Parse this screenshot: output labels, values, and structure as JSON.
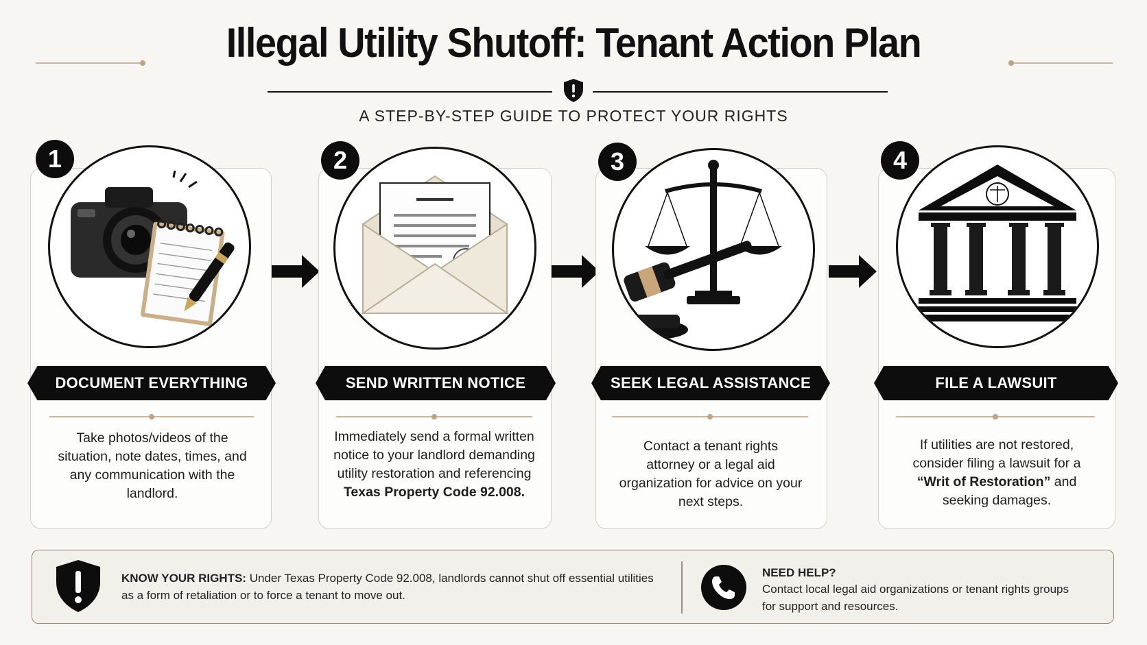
{
  "header": {
    "title": "Illegal Utility Shutoff: Tenant Action Plan",
    "subtitle": "A STEP-BY-STEP GUIDE TO PROTECT YOUR RIGHTS"
  },
  "steps": [
    {
      "number": "1",
      "icon": "camera-notepad-icon",
      "heading": "DOCUMENT EVERYTHING",
      "description": "Take photos/videos of the situation, note dates, times, and any communication with the landlord."
    },
    {
      "number": "2",
      "icon": "envelope-letter-icon",
      "heading": "SEND WRITTEN NOTICE",
      "description": "Immediately send a formal written notice to your landlord demanding utility restoration and referencing",
      "description_bold": "Texas Property Code 92.008."
    },
    {
      "number": "3",
      "icon": "scales-gavel-icon",
      "heading": "SEEK LEGAL ASSISTANCE",
      "description": "Contact a tenant rights attorney or a legal aid organization for advice on your next steps."
    },
    {
      "number": "4",
      "icon": "courthouse-icon",
      "heading": "FILE A LAWSUIT",
      "description_pre": "If utilities are not restored, consider filing a lawsuit for a",
      "description_bold": "“Writ of Restoration”",
      "description_post": "and seeking damages."
    }
  ],
  "footer": {
    "rights_label": "KNOW YOUR RIGHTS:",
    "rights_text": "Under Texas Property Code 92.008, landlords cannot shut off essential utilities as a form of retaliation or to force a tenant to move out.",
    "help_label": "NEED HELP?",
    "help_text": "Contact local legal aid organizations or tenant rights groups for support and resources."
  },
  "colors": {
    "primary": "#0d0d0d",
    "accent": "#b9a488",
    "background": "#f7f6f3"
  }
}
